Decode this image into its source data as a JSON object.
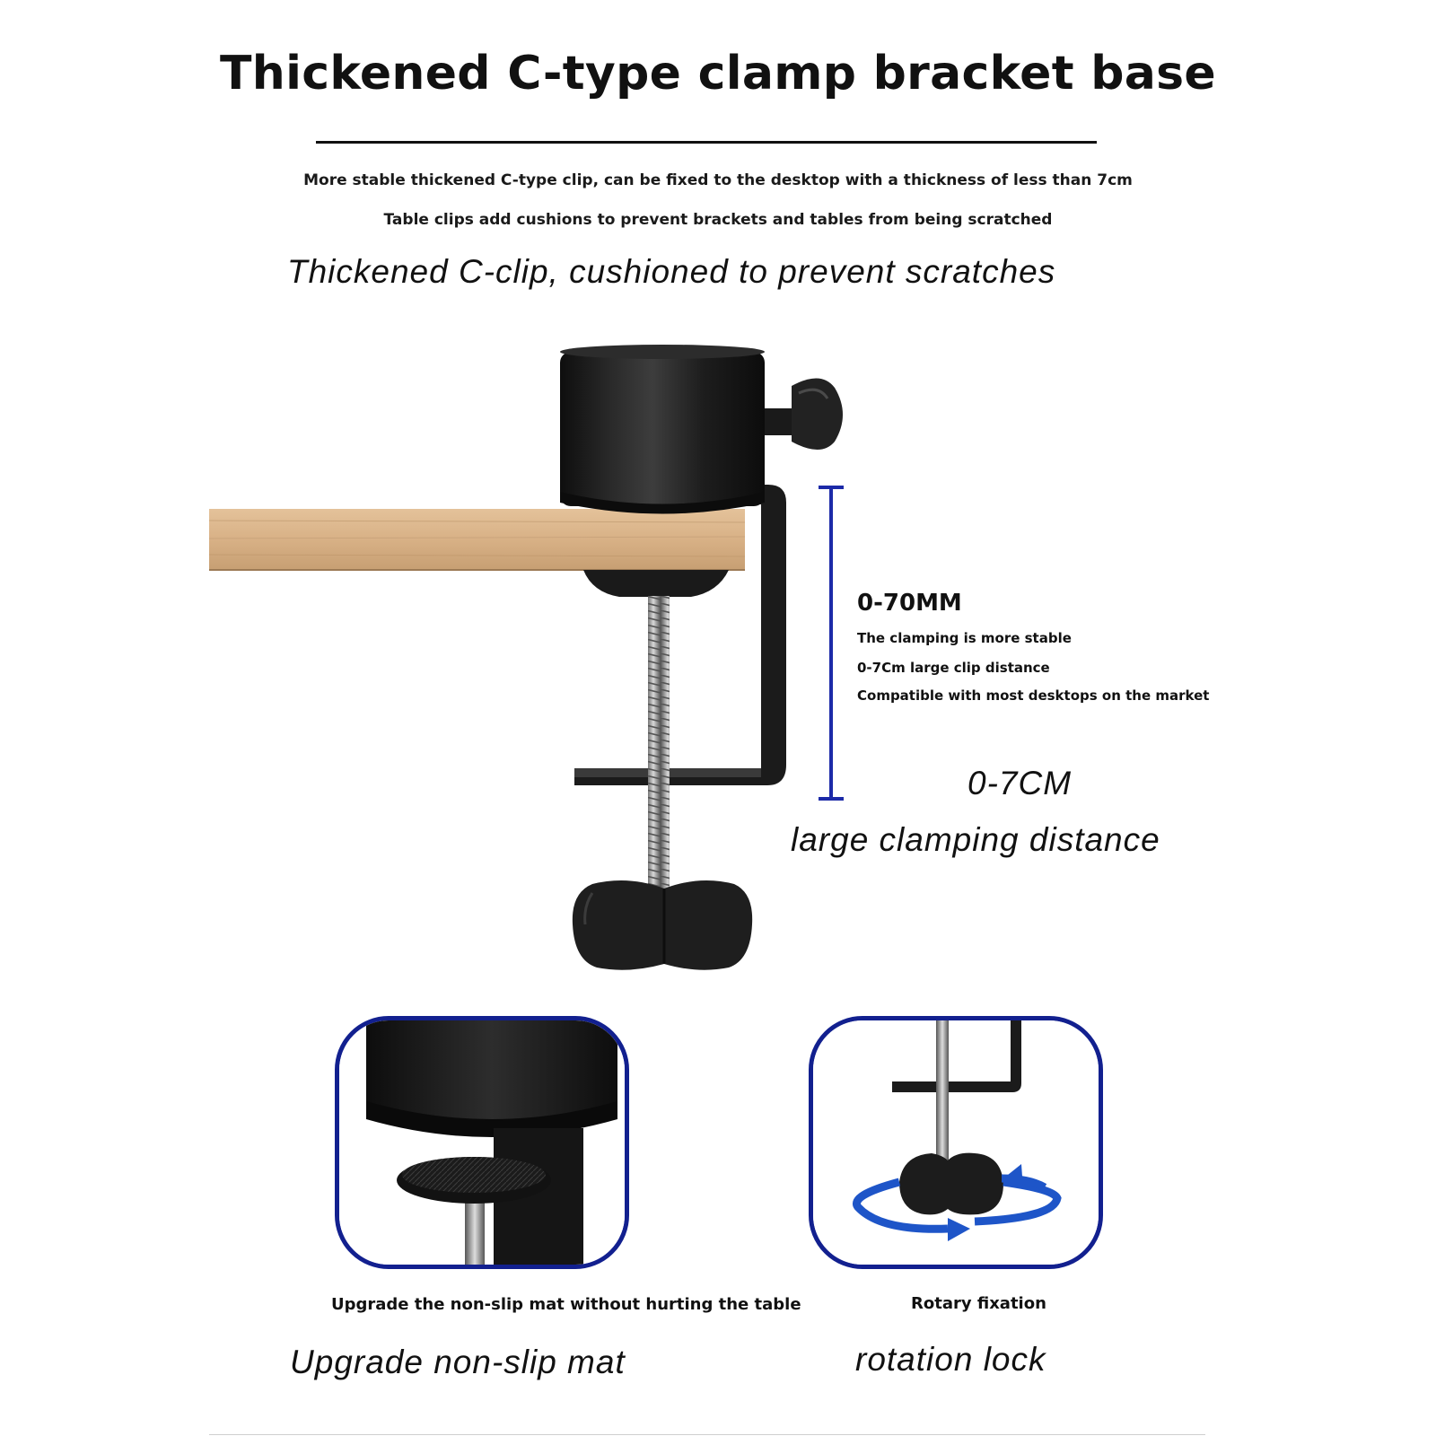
{
  "header": {
    "title": "Thickened C-type clamp bracket base",
    "subtitle_1": "More stable thickened C-type clip, can be fixed to the desktop with a thickness of less than 7cm",
    "subtitle_2": "Table clips add cushions to prevent brackets and tables from being scratched",
    "tagline": "Thickened C-clip, cushioned to prevent scratches"
  },
  "spec": {
    "range_label": "0-70MM",
    "line_1": "The clamping is more stable",
    "line_2": "0-7Cm large clip distance",
    "line_3": "Compatible with most desktops on the market",
    "big_value": "0-7CM",
    "big_caption": "large clamping distance"
  },
  "features": [
    {
      "caption": "Upgrade the non-slip mat without hurting the table",
      "title": "Upgrade non-slip mat"
    },
    {
      "caption": "Rotary fixation",
      "title": "rotation lock"
    }
  ],
  "icons": {
    "clamp": "c-clamp-icon",
    "mat": "non-slip-mat-icon",
    "rotate": "rotation-arrows-icon"
  },
  "colors": {
    "frame": "#12208f",
    "measure": "#1c2aa8",
    "arrow": "#1e55c8",
    "metal": "#1b1b1b",
    "wood": "#d9b48a"
  }
}
